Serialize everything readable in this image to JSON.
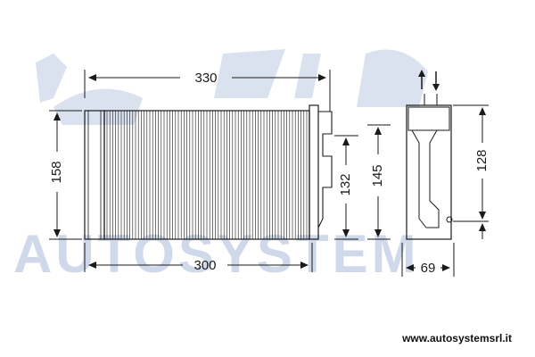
{
  "watermark": {
    "text": "AUTOSYSTEM",
    "color": "#c7d3e6"
  },
  "dimensions": {
    "top_width": "330",
    "bottom_width": "300",
    "left_height": "158",
    "core_height_132": "132",
    "core_height_145": "145",
    "side_height": "128",
    "side_depth": "69"
  },
  "footer": {
    "url": "www.autosystemsrl.it"
  },
  "colors": {
    "line": "#1a1a1a"
  },
  "icons": [
    "flow-in-arrow-icon",
    "flow-out-arrow-icon"
  ]
}
